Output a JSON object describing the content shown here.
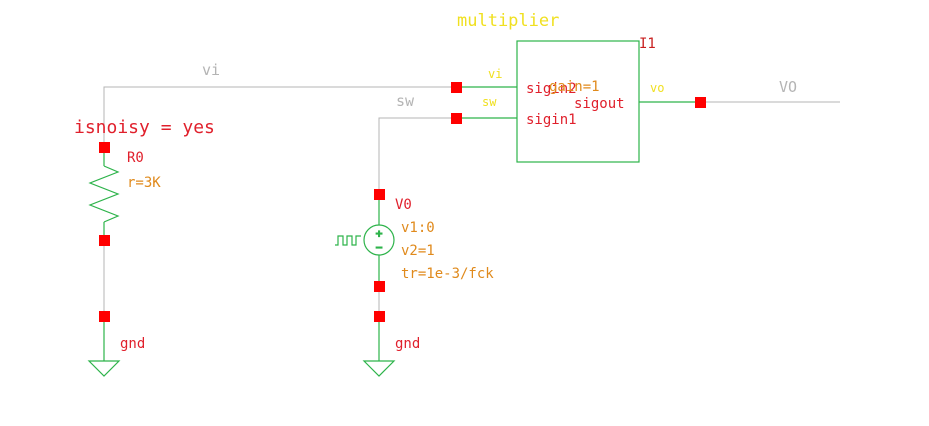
{
  "colors": {
    "background": "#ffffff",
    "wire": "#b4b4b4",
    "component": "#2db34a",
    "pin": "#ff0000",
    "label_red": "#e0202c",
    "label_orange": "#e08a1c",
    "label_yellow": "#f0e020"
  },
  "multiplier": {
    "title": "multiplier",
    "instance": "I1",
    "pin_in2": "sigin2",
    "pin_in1": "sigin1",
    "pin_out": "sigout",
    "param": "gain=1"
  },
  "nets": {
    "vi_main": "vi",
    "vi_small": "vi",
    "sw_main": "sw",
    "sw_small": "sw",
    "vo_small": "vo",
    "vo_main": "VO"
  },
  "resistor": {
    "noise": "isnoisy = yes",
    "name": "R0",
    "value": "r=3K"
  },
  "source": {
    "name": "V0",
    "v1": "v1:0",
    "v2": "v2=1",
    "tr": "tr=1e-3/fck",
    "plus": "+",
    "minus": "−"
  },
  "grounds": {
    "left": "gnd",
    "right": "gnd"
  }
}
